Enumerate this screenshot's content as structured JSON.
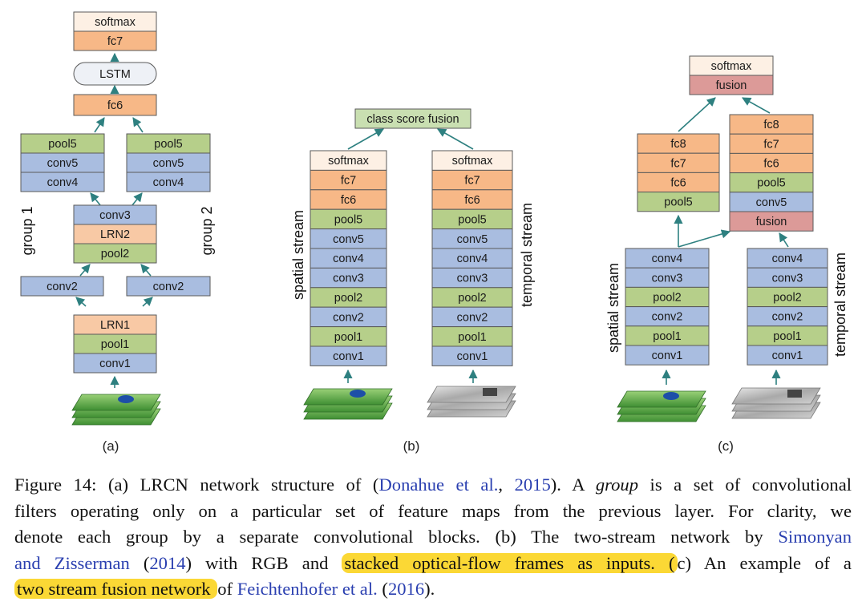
{
  "colors": {
    "softmax": "#fdf0e4",
    "fc": "#f7b887",
    "lstm": "#eef1f6",
    "pool": "#b6cf8a",
    "conv": "#a9bde0",
    "lrn": "#f8c9a5",
    "fusion": "#dc9a98",
    "class_fusion": "#c9dfb1",
    "arrow": "#2e8080",
    "highlight": "#fbd835",
    "link": "#2a3fb0"
  },
  "figure": {
    "a": {
      "label": "(a)",
      "top": [
        "softmax",
        "fc7",
        "LSTM",
        "fc6"
      ],
      "group1": [
        "pool5",
        "conv5",
        "conv4"
      ],
      "group2": [
        "pool5",
        "conv5",
        "conv4"
      ],
      "middle": [
        "conv3",
        "LRN2",
        "pool2"
      ],
      "conv2_left": "conv2",
      "conv2_right": "conv2",
      "bottom": [
        "LRN1",
        "pool1",
        "conv1"
      ],
      "group1_label": "group 1",
      "group2_label": "group 2"
    },
    "b": {
      "label": "(b)",
      "fusion": "class score fusion",
      "stream": [
        "softmax",
        "fc7",
        "fc6",
        "pool5",
        "conv5",
        "conv4",
        "conv3",
        "pool2",
        "conv2",
        "pool1",
        "conv1"
      ],
      "spatial_label": "spatial stream",
      "temporal_label": "temporal stream"
    },
    "c": {
      "label": "(c)",
      "top": [
        "softmax",
        "fusion"
      ],
      "left_branch": [
        "fc8",
        "fc7",
        "fc6",
        "pool5"
      ],
      "right_branch": [
        "fc8",
        "fc7",
        "fc6",
        "pool5",
        "conv5",
        "fusion"
      ],
      "stream": [
        "conv4",
        "conv3",
        "pool2",
        "conv2",
        "pool1",
        "conv1"
      ],
      "spatial_label": "spatial stream",
      "temporal_label": "temporal stream"
    }
  },
  "caption": {
    "l1_a": "Figure 14: (a) LRCN network structure of (",
    "l1_link1": "Donahue et al.",
    "l1_b": ", ",
    "l1_link2": "2015",
    "l1_c": "). A ",
    "l1_em": "group",
    "l1_d": " is a set of convolutional",
    "l2": "filters operating only on a particular set of feature maps from the previous layer.  For clarity, we",
    "l3_a": "denote each group by a separate convolutional blocks.  (b) The two-stream network by ",
    "l3_link": "Simonyan",
    "l4_link1": "and Zisserman",
    "l4_a": " (",
    "l4_link2": "2014",
    "l4_b": ") with RGB and ",
    "l4_hl": "stacked optical-flow frames as inputs.  (",
    "l4_c": "c) An example of a",
    "l5_hl": "two stream fusion network ",
    "l5_a": "of ",
    "l5_link1": "Feichtenhofer et al.",
    "l5_b": " (",
    "l5_link2": "2016",
    "l5_c": ")."
  }
}
